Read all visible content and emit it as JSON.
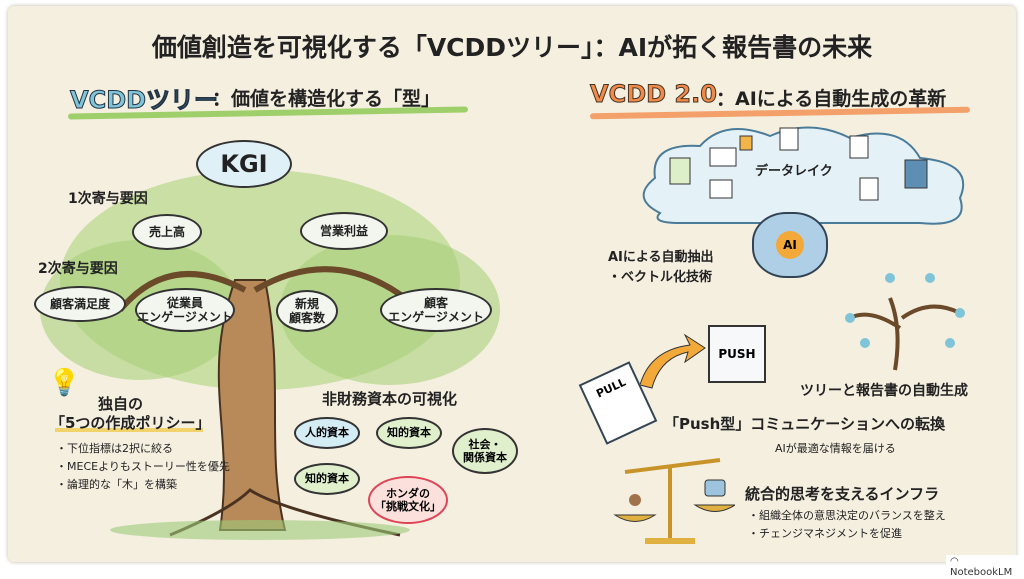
{
  "title": "価値創造を可視化する「VCDDツリー」：AIが拓く報告書の未来",
  "left": {
    "heading_logo": "VCDDツリー",
    "heading_rest": "：価値を構造化する「型」",
    "kgi": "KGI",
    "level1_label": "1次寄与要因",
    "level2_label": "2次寄与要因",
    "level1": [
      "売上高",
      "営業利益"
    ],
    "level2": [
      "顧客満足度",
      "従業員\nエンゲージメント",
      "新規\n顧客数",
      "顧客\nエンゲージメント"
    ],
    "policy_title1": "独自の",
    "policy_title2": "「5つの作成ポリシー」",
    "policy_items": [
      "・下位指標は2択に絞る",
      "・MECEよりもストーリー性を優先",
      "・論理的な「木」を構築"
    ],
    "nonfin_title": "非財務資本の可視化",
    "capitals": [
      "人的資本",
      "知的資本",
      "社会・\n関係資本",
      "知的資本",
      "ホンダの\n「挑戦文化」"
    ]
  },
  "right": {
    "heading_logo": "VCDD 2.0",
    "heading_rest": "：AIによる自動生成の革新",
    "data_lake": "データレイク",
    "ai_badge": "AI",
    "extraction": "AIによる自動抽出\n・ベクトル化技術",
    "push_label": "PUSH",
    "pull_label": "PULL",
    "auto_gen": "ツリーと報告書の自動生成",
    "push_title": "「Push型」コミュニケーションへの転換",
    "push_sub": "AIが最適な情報を届ける",
    "infra_title": "統合的思考を支えるインフラ",
    "infra_items": [
      "・組織全体の意思決定のバランスを整え",
      "・チェンジマネジメントを促進"
    ]
  },
  "footer": {
    "brand": "NotebookLM"
  },
  "colors": {
    "blue_logo": "#7fc4d8",
    "orange_logo": "#f08a4b",
    "green_underline": "#9fcf6a",
    "orange_underline": "#f4a06a"
  }
}
